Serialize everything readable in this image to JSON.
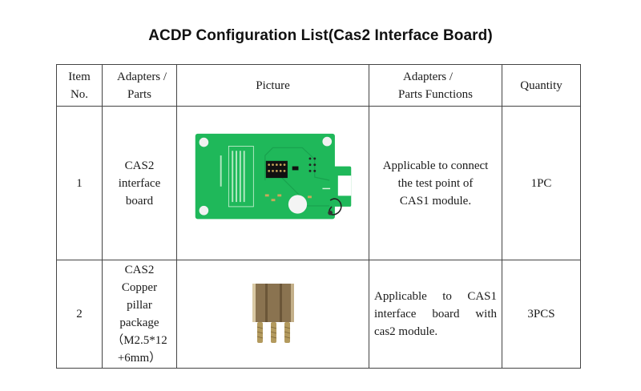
{
  "title": "ACDP Configuration List(Cas2 Interface Board)",
  "table": {
    "headers": {
      "item_no": [
        "Item",
        "No."
      ],
      "adapters_parts": [
        "Adapters /",
        "Parts"
      ],
      "picture": "Picture",
      "functions": [
        "Adapters /",
        "Parts Functions"
      ],
      "quantity": "Quantity"
    },
    "rows": [
      {
        "item_no": "1",
        "name_lines": [
          "CAS2",
          "interface",
          "board"
        ],
        "picture": "green-pcb-cas2-interface-board-image",
        "function_lines": [
          "Applicable to connect",
          "the test point of",
          "CAS1 module."
        ],
        "quantity": "1PC"
      },
      {
        "item_no": "2",
        "name_lines": [
          "CAS2",
          "Copper",
          "pillar",
          "package",
          "（M2.5*12",
          "+6mm）"
        ],
        "picture": "brass-copper-pillars-image",
        "function_lines": [
          "Applicable to CAS1",
          "interface board with",
          "cas2 module."
        ],
        "quantity": "3PCS"
      }
    ]
  },
  "colors": {
    "pcb_green": "#1fb85a",
    "brass": "#8a7350",
    "border": "#444444"
  }
}
